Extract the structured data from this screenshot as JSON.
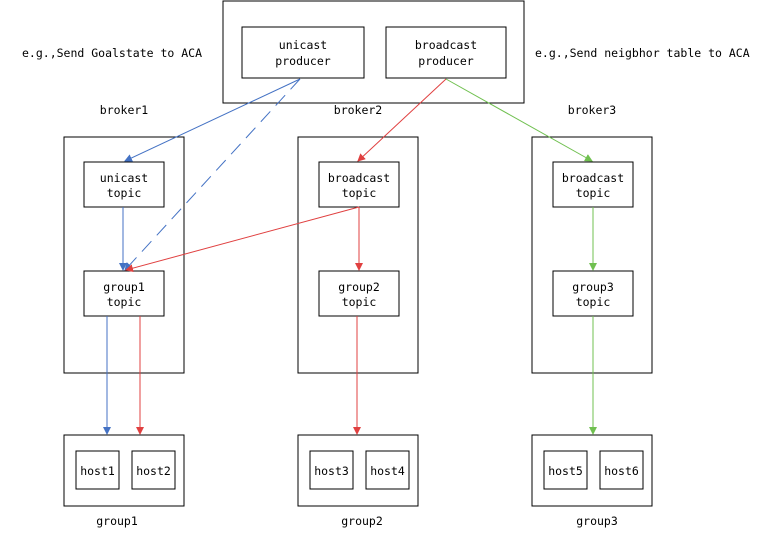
{
  "notes": {
    "left": "e.g.,Send Goalstate to ACA",
    "right": "e.g.,Send neigbhor table to ACA"
  },
  "producers": {
    "unicast": [
      "unicast",
      "producer"
    ],
    "broadcast": [
      "broadcast",
      "producer"
    ]
  },
  "brokers": [
    {
      "label": "broker1",
      "top_topic": [
        "unicast",
        "topic"
      ],
      "bottom_topic": [
        "group1",
        "topic"
      ]
    },
    {
      "label": "broker2",
      "top_topic": [
        "broadcast",
        "topic"
      ],
      "bottom_topic": [
        "group2",
        "topic"
      ]
    },
    {
      "label": "broker3",
      "top_topic": [
        "broadcast",
        "topic"
      ],
      "bottom_topic": [
        "group3",
        "topic"
      ]
    }
  ],
  "groups": [
    {
      "label": "group1",
      "hosts": [
        "host1",
        "host2"
      ]
    },
    {
      "label": "group2",
      "hosts": [
        "host3",
        "host4"
      ]
    },
    {
      "label": "group3",
      "hosts": [
        "host5",
        "host6"
      ]
    }
  ],
  "colors": {
    "unicast_flow": "#4472c4",
    "broadcast_flow_red": "#e04040",
    "broadcast_flow_green": "#70c050",
    "box_stroke": "#000000"
  }
}
